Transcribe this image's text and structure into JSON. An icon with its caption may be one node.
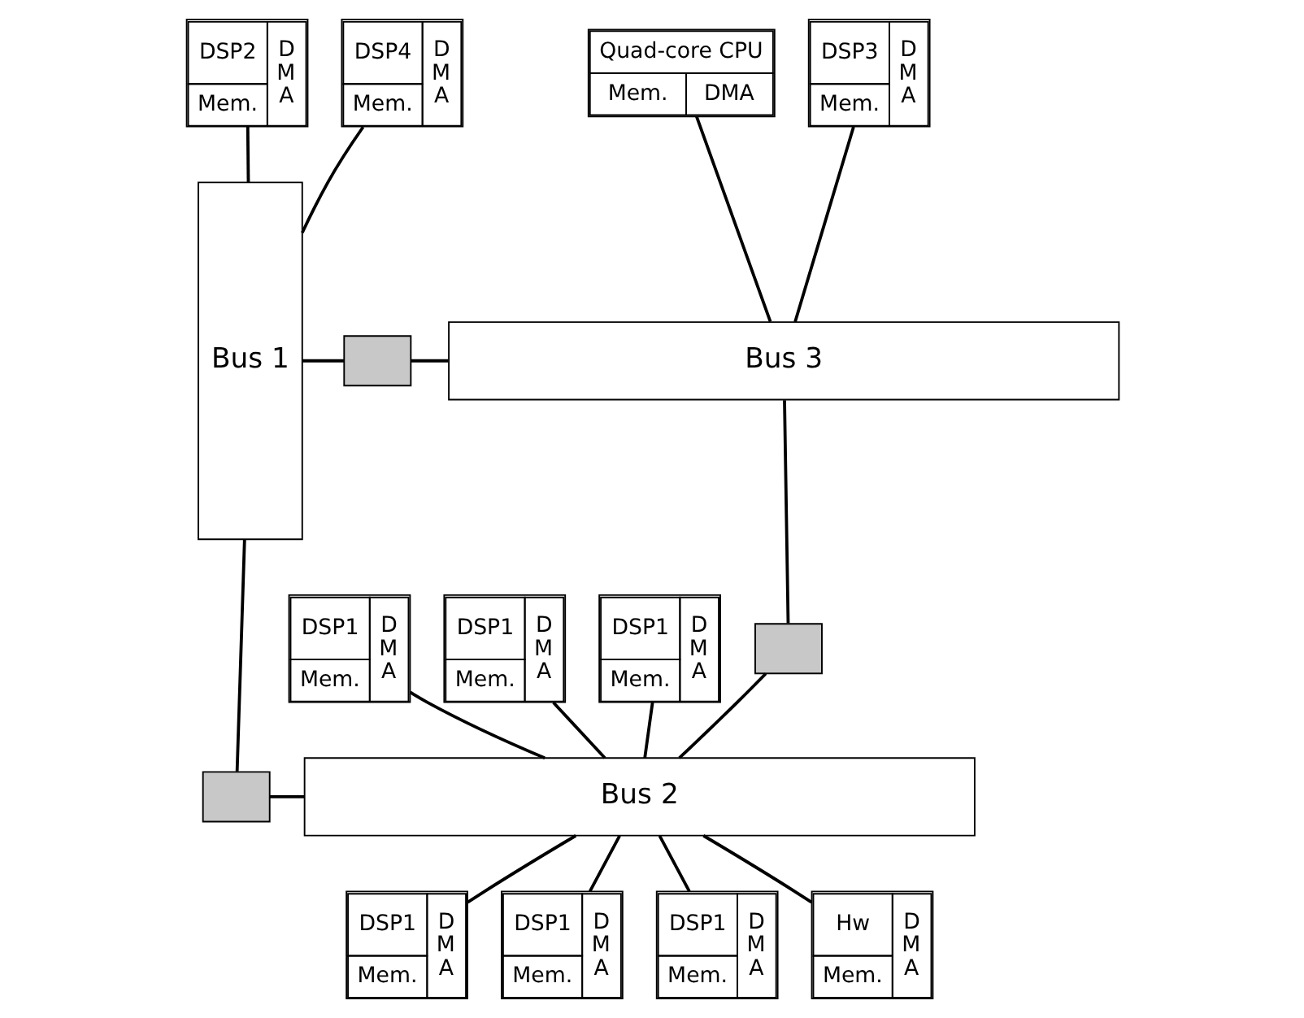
{
  "diagram": {
    "nodes": [
      {
        "text": [
          "Quad-core CPU",
          "Mem.",
          "DMA"
        ]
      },
      {
        "text": [
          "DSP3",
          "Mem.",
          "D M A"
        ]
      },
      {
        "text": [
          "DSP2",
          "Mem.",
          "D M A"
        ]
      },
      {
        "text": [
          "Bus 1"
        ]
      },
      {
        "text": [],
        "shape": "box"
      },
      {
        "text": [
          "Bus 3"
        ]
      },
      {
        "text": [],
        "shape": "box"
      },
      {
        "text": [
          "DSP1",
          "Mem.",
          "D M A"
        ]
      },
      {
        "text": [
          "DSP1",
          "Mem.",
          "D M A"
        ]
      },
      {
        "text": [
          "DSP1",
          "Mem.",
          "D M A"
        ]
      },
      {
        "text": [
          "DSP4",
          "Mem.",
          "D M A"
        ]
      },
      {
        "text": [],
        "shape": "box"
      },
      {
        "text": [
          "Bus 2"
        ]
      },
      {
        "text": [
          "DSP1",
          "Mem.",
          "D M A"
        ]
      },
      {
        "text": [
          "DSP1",
          "Mem.",
          "D M A"
        ]
      },
      {
        "text": [
          "DSP1",
          "Mem.",
          "D M A"
        ]
      },
      {
        "text": [
          "Hw",
          "Mem.",
          "D M A"
        ]
      }
    ],
    "edges": [
      {
        "from": 0,
        "to": 5,
        "arrow": "none"
      },
      {
        "from": 1,
        "to": 5,
        "arrow": "none"
      },
      {
        "from": 2,
        "to": 3,
        "arrow": "none"
      },
      {
        "from": 3,
        "to": 4,
        "arrow": "none"
      },
      {
        "from": 4,
        "to": 5,
        "arrow": "none"
      },
      {
        "from": 5,
        "to": 6,
        "arrow": "none"
      },
      {
        "from": 6,
        "to": 12,
        "arrow": "none"
      },
      {
        "from": 7,
        "to": 12,
        "arrow": "none"
      },
      {
        "from": 8,
        "to": 12,
        "arrow": "none"
      },
      {
        "from": 9,
        "to": 12,
        "arrow": "none"
      },
      {
        "from": 10,
        "to": 3,
        "arrow": "none"
      },
      {
        "from": 3,
        "to": 11,
        "arrow": "none"
      },
      {
        "from": 11,
        "to": 12,
        "arrow": "none"
      },
      {
        "from": 12,
        "to": 13,
        "arrow": "none"
      },
      {
        "from": 12,
        "to": 14,
        "arrow": "none"
      },
      {
        "from": 12,
        "to": 15,
        "arrow": "none"
      },
      {
        "from": 12,
        "to": 16,
        "arrow": "none"
      }
    ]
  }
}
